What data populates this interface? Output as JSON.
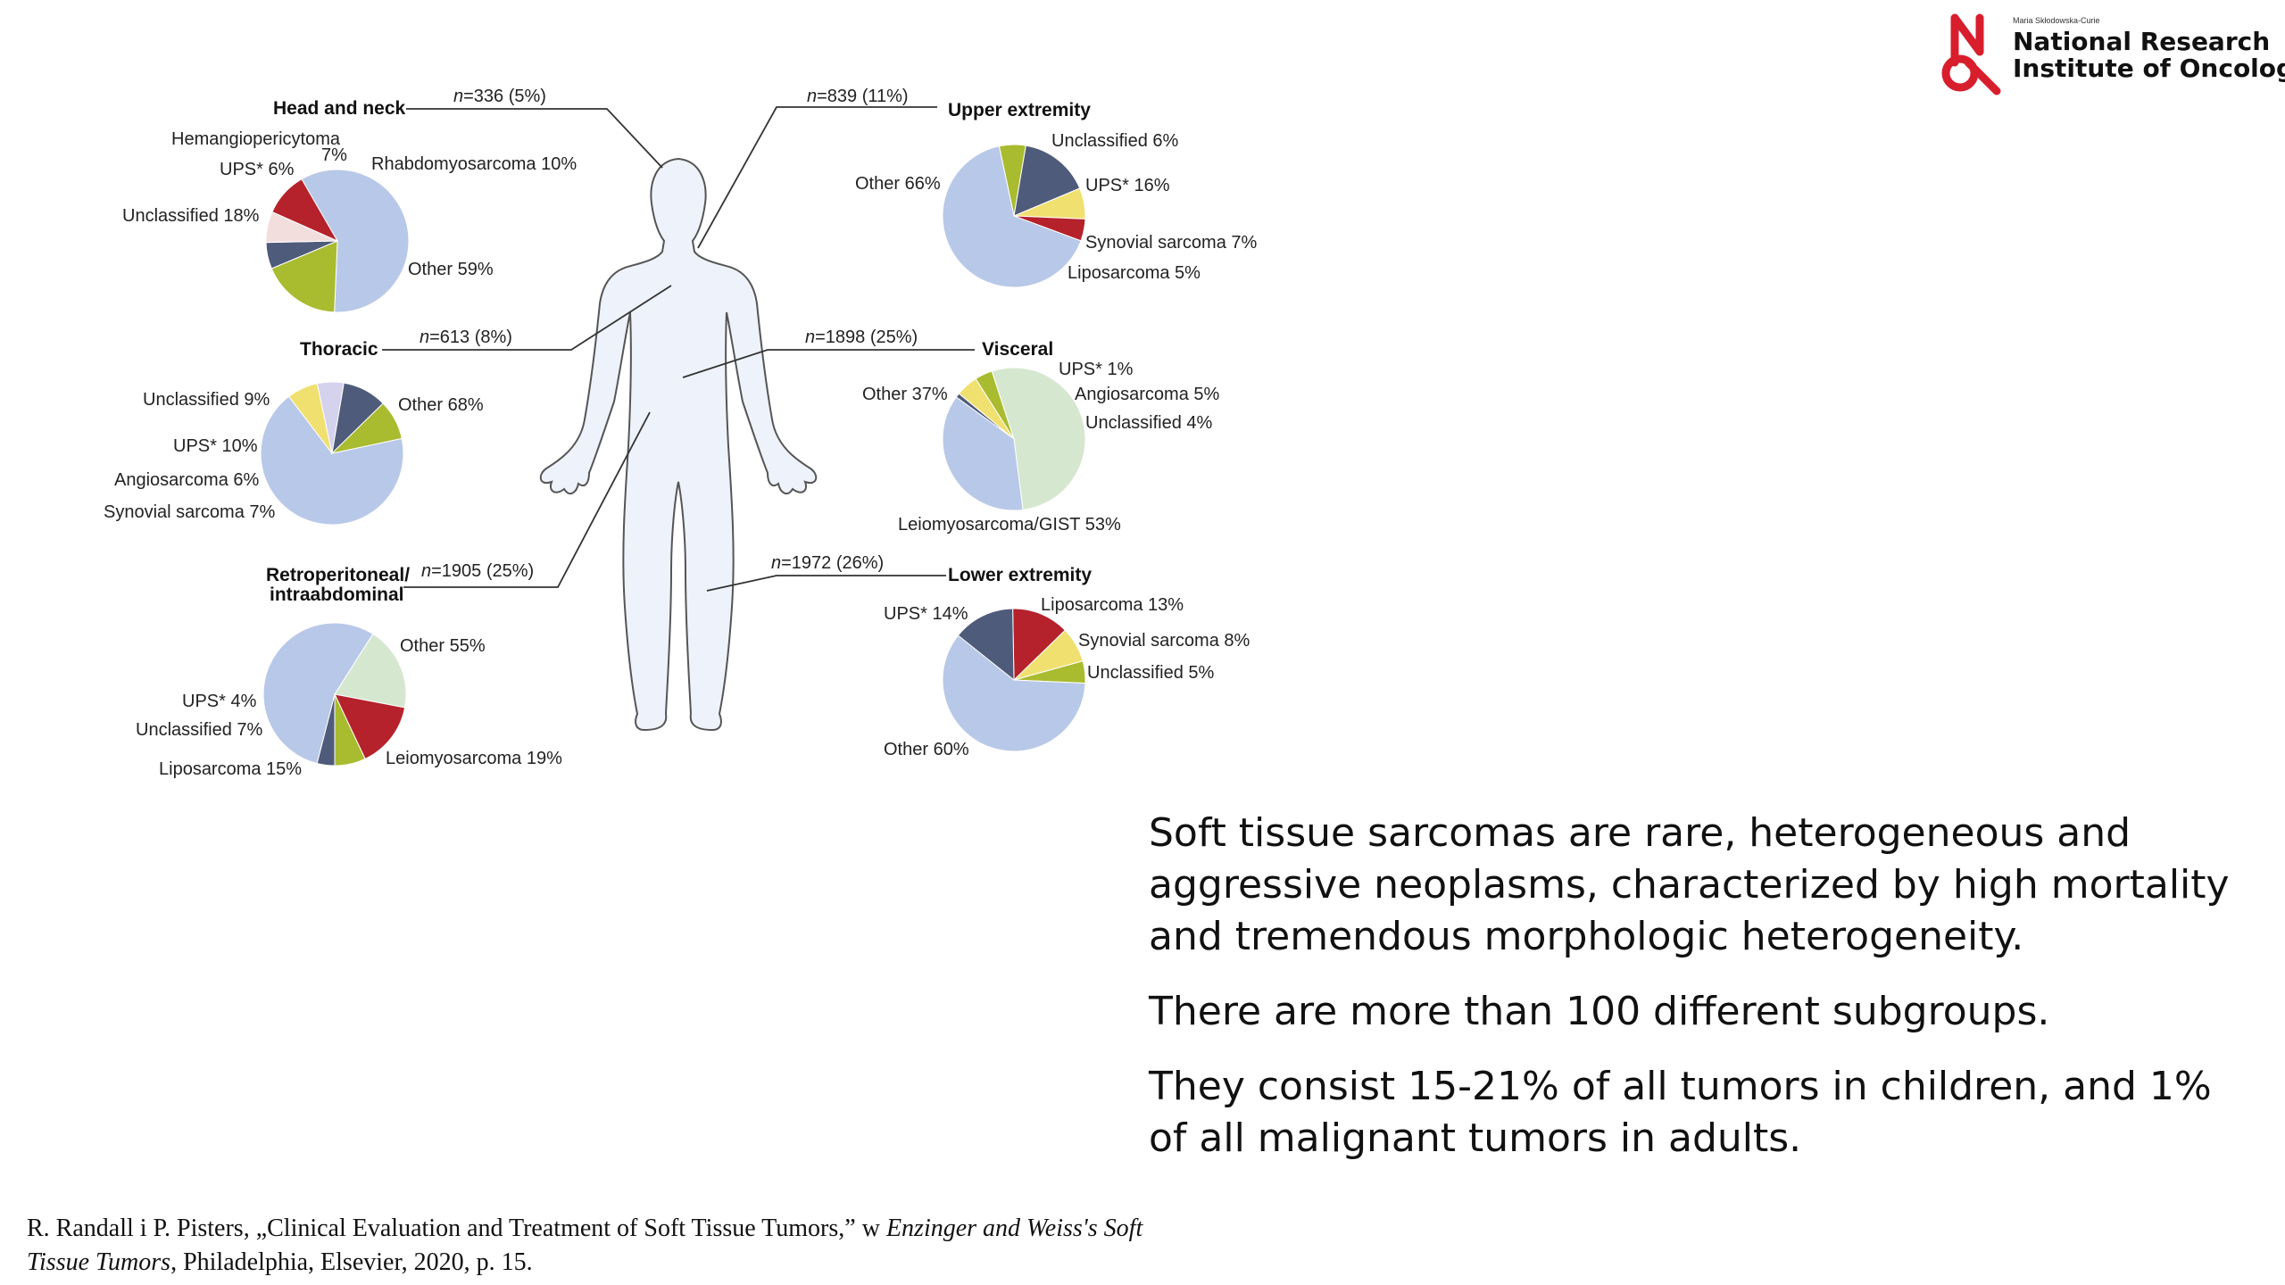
{
  "logo": {
    "small_text": "Maria Skłodowska-Curie",
    "line1": "National Research",
    "line2": "Institute of Oncology",
    "colors": {
      "red": "#d81e2c",
      "dark": "#111111"
    }
  },
  "colors": {
    "other": "#b8c8e8",
    "ups": "#4f5b7a",
    "unclassified": "#a9bb2f",
    "rhabdo": "#b5222b",
    "hemangio": "#f3dede",
    "liposarcoma": "#b5222b",
    "synovial": "#f0e070",
    "angiosarcoma": "#d4d2ec",
    "leiomyosarcoma": "#d6e7cf",
    "silhouette_fill": "#eef2fb",
    "silhouette_stroke": "#555555"
  },
  "regions": [
    {
      "id": "head_neck",
      "title": "Head and neck",
      "n_label": "n",
      "n_rest": "=336 (5%)",
      "slices": [
        {
          "label": "Other 59%",
          "value": 59,
          "color": "#b8c8e8"
        },
        {
          "label": "Unclassified 18%",
          "value": 18,
          "color": "#a9bb2f"
        },
        {
          "label": "UPS* 6%",
          "value": 6,
          "color": "#4f5b7a"
        },
        {
          "label": "Hemangiopericytoma 7%",
          "value": 7,
          "color": "#f3dede"
        },
        {
          "label": "Rhabdomyosarcoma 10%",
          "value": 10,
          "color": "#b5222b"
        }
      ]
    },
    {
      "id": "thoracic",
      "title": "Thoracic",
      "n_label": "n",
      "n_rest": "=613 (8%)",
      "slices": [
        {
          "label": "Other 68%",
          "value": 68,
          "color": "#b8c8e8"
        },
        {
          "label": "Synovial sarcoma 7%",
          "value": 7,
          "color": "#f0e070"
        },
        {
          "label": "Angiosarcoma 6%",
          "value": 6,
          "color": "#d4d2ec"
        },
        {
          "label": "UPS* 10%",
          "value": 10,
          "color": "#4f5b7a"
        },
        {
          "label": "Unclassified 9%",
          "value": 9,
          "color": "#a9bb2f"
        }
      ]
    },
    {
      "id": "retroperitoneal",
      "title_line1": "Retroperitoneal/",
      "title_line2": "intraabdominal",
      "n_label": "n",
      "n_rest": "=1905 (25%)",
      "slices": [
        {
          "label": "UPS* 4%",
          "value": 4,
          "color": "#4f5b7a"
        },
        {
          "label": "Other 55%",
          "value": 55,
          "color": "#b8c8e8"
        },
        {
          "label": "Leiomyosarcoma 19%",
          "value": 19,
          "color": "#d6e7cf"
        },
        {
          "label": "Liposarcoma 15%",
          "value": 15,
          "color": "#b5222b"
        },
        {
          "label": "Unclassified 7%",
          "value": 7,
          "color": "#a9bb2f"
        }
      ]
    },
    {
      "id": "upper_extremity",
      "title": "Upper extremity",
      "n_label": "n",
      "n_rest": "=839 (11%)",
      "slices": [
        {
          "label": "Unclassified 6%",
          "value": 6,
          "color": "#a9bb2f"
        },
        {
          "label": "UPS* 16%",
          "value": 16,
          "color": "#4f5b7a"
        },
        {
          "label": "Synovial sarcoma 7%",
          "value": 7,
          "color": "#f0e070"
        },
        {
          "label": "Liposarcoma 5%",
          "value": 5,
          "color": "#b5222b"
        },
        {
          "label": "Other 66%",
          "value": 66,
          "color": "#b8c8e8"
        }
      ]
    },
    {
      "id": "visceral",
      "title": "Visceral",
      "n_label": "n",
      "n_rest": "=1898 (25%)",
      "slices": [
        {
          "label": "UPS* 1%",
          "value": 1,
          "color": "#4f5b7a"
        },
        {
          "label": "Angiosarcoma 5%",
          "value": 5,
          "color": "#f0e070"
        },
        {
          "label": "Unclassified 4%",
          "value": 4,
          "color": "#a9bb2f"
        },
        {
          "label": "Leiomyosarcoma/GIST 53%",
          "value": 53,
          "color": "#d6e7cf"
        },
        {
          "label": "Other 37%",
          "value": 37,
          "color": "#b8c8e8"
        }
      ]
    },
    {
      "id": "lower_extremity",
      "title": "Lower extremity",
      "n_label": "n",
      "n_rest": "=1972 (26%)",
      "slices": [
        {
          "label": "Liposarcoma 13%",
          "value": 13,
          "color": "#b5222b"
        },
        {
          "label": "Synovial sarcoma 8%",
          "value": 8,
          "color": "#f0e070"
        },
        {
          "label": "Unclassified 5%",
          "value": 5,
          "color": "#a9bb2f"
        },
        {
          "label": "Other 60%",
          "value": 60,
          "color": "#b8c8e8"
        },
        {
          "label": "UPS* 14%",
          "value": 14,
          "color": "#4f5b7a"
        }
      ]
    }
  ],
  "text": {
    "p1": "Soft tissue sarcomas are rare, heterogeneous and aggressive neoplasms, characterized by high mortality and tremendous morphologic heterogeneity.",
    "p2": "There are more than 100 different subgroups.",
    "p3": "They consist 15-21% of all tumors in children, and 1% of all malignant tumors in adults."
  },
  "citation": {
    "part1": "R. Randall i P. Pisters, „Clinical Evaluation and Treatment of Soft Tissue Tumors,” w ",
    "italic": "Enzinger and Weiss's Soft Tissue Tumors",
    "part2": ", Philadelphia, Elsevier, 2020, p. 15."
  }
}
